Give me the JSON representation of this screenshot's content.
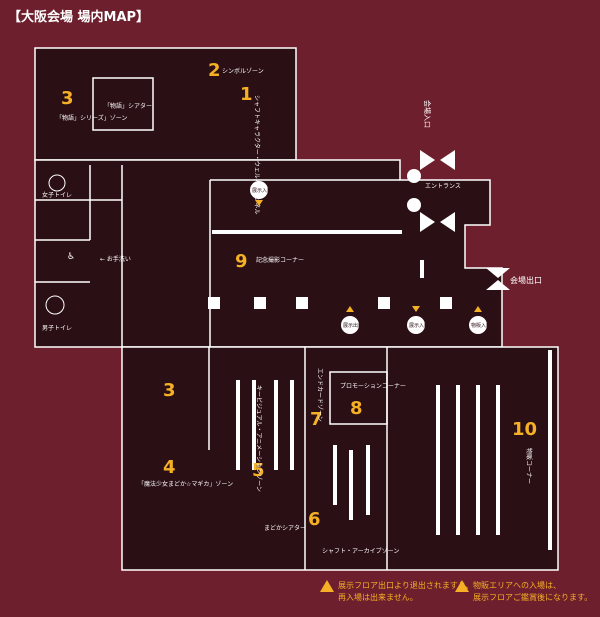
{
  "title": "【大阪会場 場内MAP】",
  "zones": {
    "z1": {
      "num": "1",
      "label": "シャフトキャラクター・ウェルカムトンネル"
    },
    "z2": {
      "num": "2",
      "label": "シンボルゾーン"
    },
    "z3a": {
      "num": "3",
      "label": "「物語」シリーズ」ゾーン"
    },
    "z3a_theater": "「物語」シアター",
    "z3b": {
      "num": "3"
    },
    "z4": {
      "num": "4",
      "label": "「魔法少女まどか☆マギカ」ゾーン"
    },
    "z5": {
      "num": "5",
      "label": "キービジュアル・アニメーションゾーン"
    },
    "z6": {
      "num": "6",
      "label": "シャフト・アーカイブゾーン"
    },
    "z6_theater": "まどかシアター",
    "z7": {
      "num": "7",
      "label": "エンドカードゾーン"
    },
    "z8": {
      "num": "8",
      "label": "プロモーションコーナー"
    },
    "z9": {
      "num": "9",
      "label": "記念撮影コーナー"
    },
    "z10": {
      "num": "10",
      "label": "物販コーナー"
    }
  },
  "facilities": {
    "women_toilet": "女子トイレ",
    "men_toilet": "男子トイレ",
    "washroom": "← お手洗い",
    "entrance": "エントランス",
    "venue_entrance": "会場入口",
    "venue_exit": "会場出口",
    "exhibit_entry_top": "展示入口",
    "exhibit_exit": "展示出口",
    "exhibit_entry": "展示入口",
    "goods_entry": "物販入口"
  },
  "notes": {
    "note1_line1": "展示フロア出口より退出されますと、",
    "note1_line2": "再入場は出来ません。",
    "note2_line1": "物販エリアへの入場は、",
    "note2_line2": "展示フロアご鑑賞後になります。"
  },
  "colors": {
    "background": "#6e1f2d",
    "floor": "#2a0f14",
    "accent": "#f5b025"
  }
}
